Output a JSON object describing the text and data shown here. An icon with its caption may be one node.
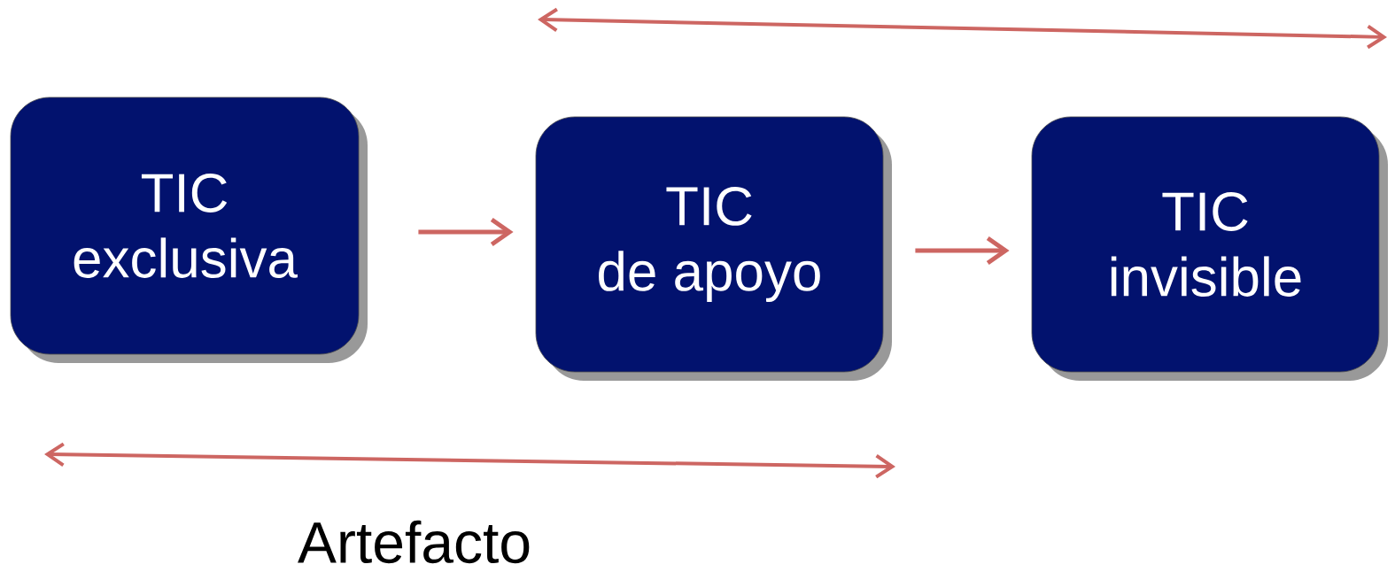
{
  "diagram": {
    "nodes": [
      {
        "text": [
          "TIC",
          "exclusiva"
        ]
      },
      {
        "text": [
          "TIC",
          "de apoyo"
        ]
      },
      {
        "text": [
          "TIC",
          "invisible"
        ]
      }
    ],
    "edges": [
      {
        "from": 0,
        "to": 1,
        "arrow": "to"
      },
      {
        "from": 1,
        "to": 2,
        "arrow": "to"
      }
    ],
    "labels": [
      "Artefacto"
    ]
  }
}
